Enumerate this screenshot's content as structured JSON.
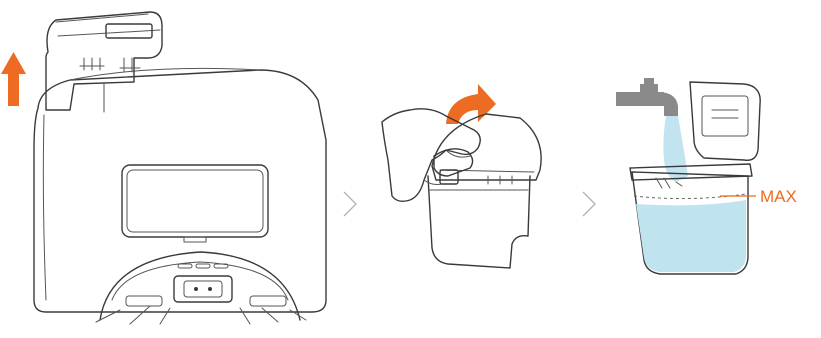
{
  "colors": {
    "accent": "#ee6b23",
    "water": "#bfe3ef",
    "tap": "#8a8a8a",
    "line": "#3a3a3a",
    "chevron": "#b5b5b5"
  },
  "steps": [
    {
      "icon": "base-station-with-tank-lifted"
    },
    {
      "icon": "hand-opening-tank-lid"
    },
    {
      "icon": "tank-filling-under-tap"
    }
  ],
  "separators": [
    "chevron-right-icon",
    "chevron-right-icon"
  ],
  "labels": {
    "max": "MAX"
  }
}
